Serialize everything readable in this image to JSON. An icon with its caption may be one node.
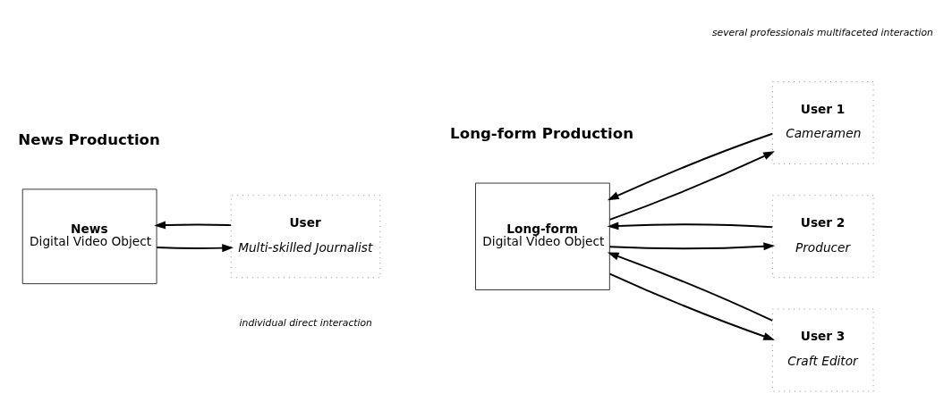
{
  "diagram": {
    "nodes": [
      {
        "text": [
          "News",
          "Digital Video Object"
        ]
      },
      {
        "text": [
          "User",
          "Multi-skilled Journalist"
        ]
      },
      {
        "text": [
          "Long-form",
          "Digital Video Object"
        ]
      },
      {
        "text": [
          "User 1",
          "Cameramen"
        ]
      },
      {
        "text": [
          "User 2",
          "Producer"
        ]
      },
      {
        "text": [
          "User 3",
          "Craft Editor"
        ]
      }
    ],
    "edges": [
      {
        "from": 0,
        "to": 1,
        "arrow": "to"
      },
      {
        "from": 1,
        "to": 0,
        "arrow": "to"
      },
      {
        "from": 2,
        "to": 3,
        "arrow": "to"
      },
      {
        "from": 3,
        "to": 2,
        "arrow": "to"
      },
      {
        "from": 2,
        "to": 4,
        "arrow": "to"
      },
      {
        "from": 4,
        "to": 2,
        "arrow": "to"
      },
      {
        "from": 2,
        "to": 5,
        "arrow": "to"
      },
      {
        "from": 5,
        "to": 2,
        "arrow": "to"
      }
    ],
    "labels": [
      "News Production",
      "Long-form Production",
      "individual direct interaction",
      "several professionals multifaceted interaction"
    ]
  }
}
